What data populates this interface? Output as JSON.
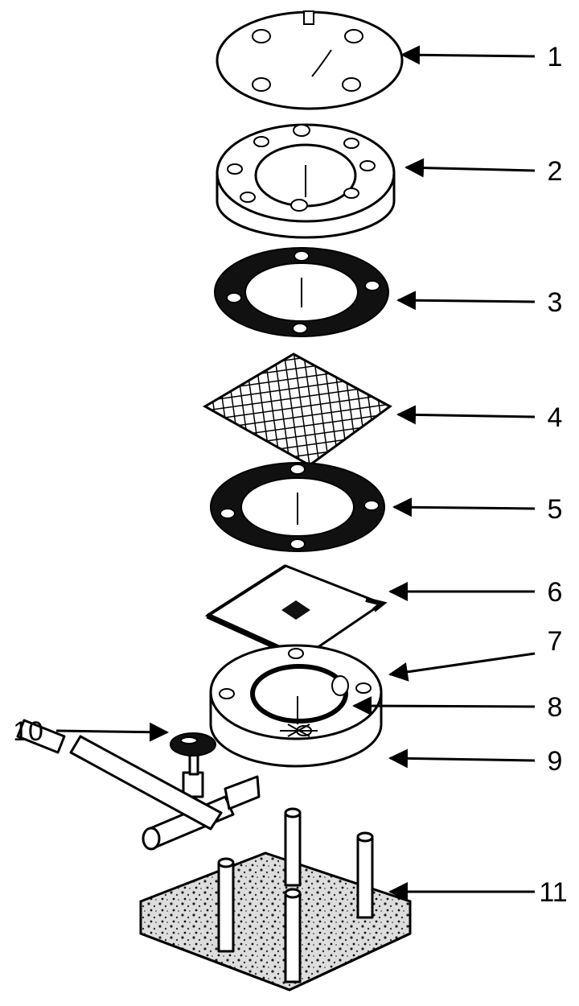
{
  "callouts": [
    {
      "label": "1"
    },
    {
      "label": "2"
    },
    {
      "label": "3"
    },
    {
      "label": "4"
    },
    {
      "label": "5"
    },
    {
      "label": "6"
    },
    {
      "label": "7"
    },
    {
      "label": "8"
    },
    {
      "label": "9"
    },
    {
      "label": "10"
    },
    {
      "label": "11"
    }
  ],
  "colors": {
    "ink": "#000000",
    "paper": "#ffffff"
  }
}
